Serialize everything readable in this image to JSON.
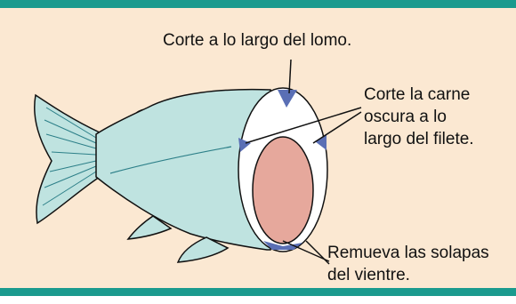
{
  "labels": {
    "back_cut": "Corte a lo largo del lomo.",
    "dark_meat_cut": [
      "Corte la carne",
      "oscura a lo",
      "largo del filete."
    ],
    "belly_flaps": [
      "Remueva las solapas",
      "del vientre."
    ]
  },
  "colors": {
    "background": "#fbe8d2",
    "border": "#1a9a8e",
    "fish_body": "#bfe3e0",
    "dark_meat": "#5a6fb5",
    "belly_cavity": "#e6a89c",
    "outline": "#111111"
  }
}
